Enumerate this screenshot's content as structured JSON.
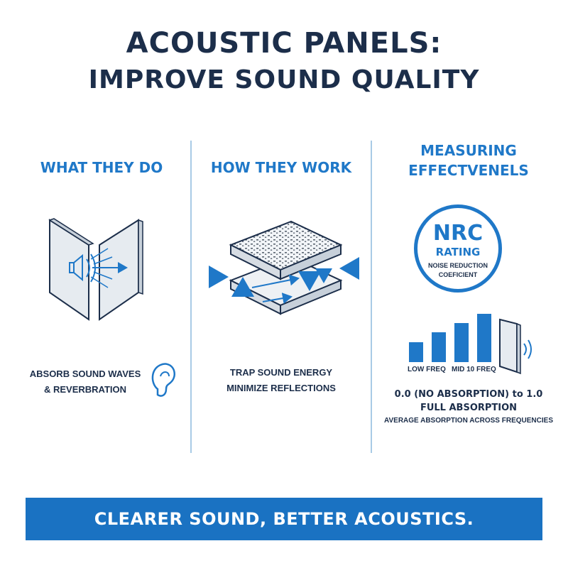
{
  "title": {
    "line1": "ACOUSTIC PANELS:",
    "line2": "IMPROVE SOUND QUALITY"
  },
  "columns": [
    {
      "heading": "WHAT THEY DO",
      "caption": [
        "ABSORB SOUND WAVES",
        "& REVERBRATION"
      ],
      "icon": "ear-icon"
    },
    {
      "heading": "HOW THEY WORK",
      "caption": [
        "TRAP SOUND ENERGY",
        "MINIMIZE REFLECTIONS"
      ]
    },
    {
      "heading": [
        "MEASURING",
        "EFFECTVENELS"
      ],
      "nrc": {
        "label": "NRC",
        "sub": "RATING",
        "desc": [
          "NOISE REDUCTION",
          "COEFICIENT"
        ]
      },
      "freq_labels": [
        "LOW FREQ",
        "MID 10 FREQ"
      ],
      "range": [
        "0.0 (NO ABSORPTION) to 1.0",
        "FULL ABSORPTION",
        "AVERAGE ABSORPTION ACROSS FREQUENCIES"
      ]
    }
  ],
  "banner": "CLEARER SOUND, BETTER ACOUSTICS.",
  "colors": {
    "navy": "#1c2e4a",
    "blue": "#1f78c8",
    "light_blue": "#a9cbe6",
    "banner": "#1a72c2"
  }
}
